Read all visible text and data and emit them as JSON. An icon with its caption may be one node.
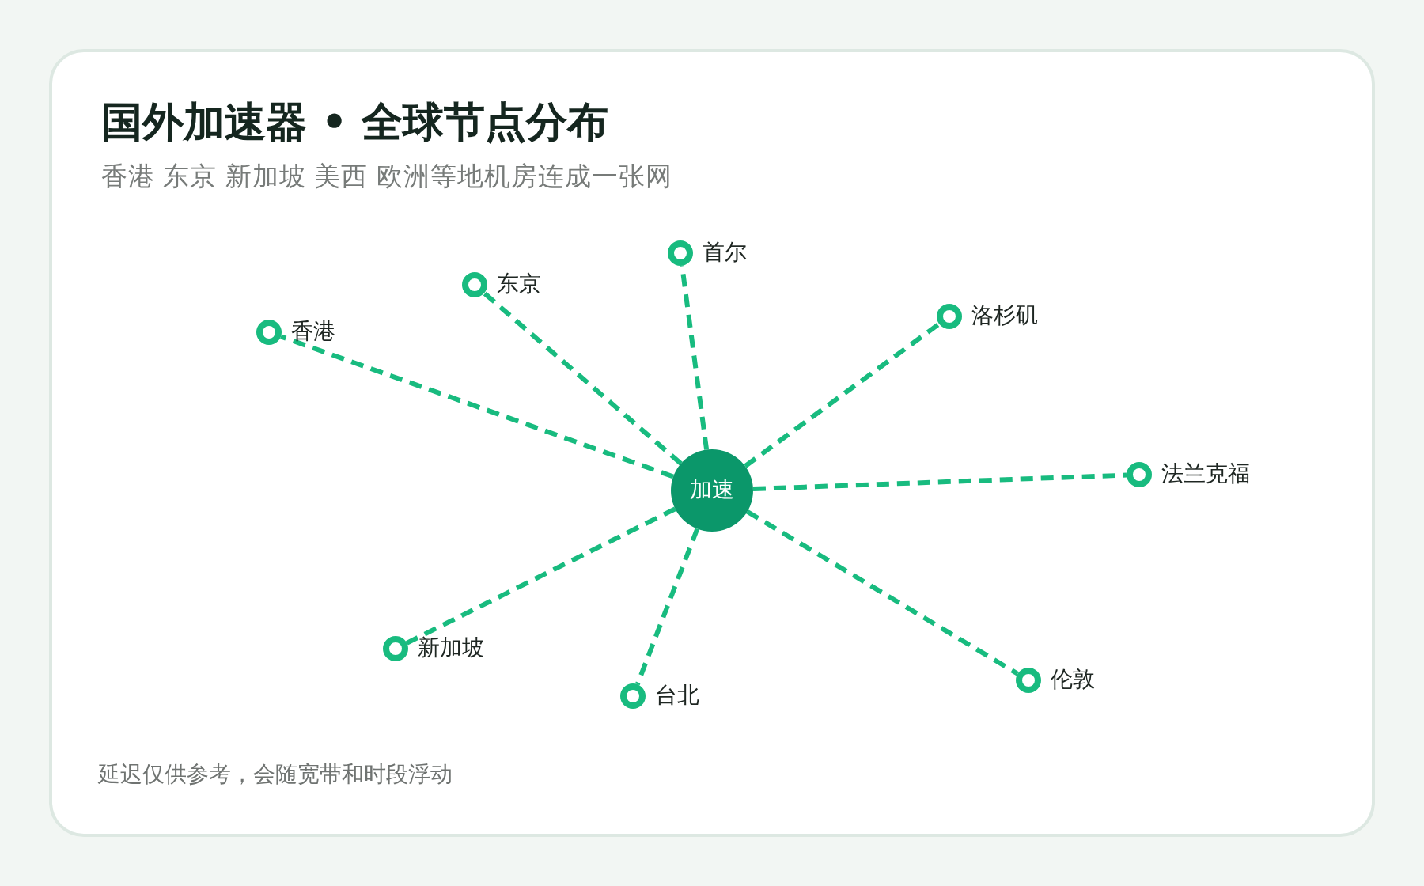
{
  "diagram": {
    "title": "国外加速器 • 全球节点分布",
    "caption": "延迟仅供参考，会随宽带和时段浮动",
    "labels": [
      "香港 东京 新加坡 美西 欧洲等地机房连成一张网"
    ],
    "nodes": [
      {
        "text": [
          "加速"
        ]
      },
      {
        "text": [],
        "shape": "circle",
        "beside": [
          "首尔"
        ]
      },
      {
        "text": [],
        "shape": "circle",
        "beside": [
          "东京"
        ]
      },
      {
        "text": [],
        "shape": "circle",
        "beside": [
          "洛杉矶"
        ]
      },
      {
        "text": [],
        "shape": "circle",
        "beside": [
          "香港"
        ]
      },
      {
        "text": [],
        "shape": "circle",
        "beside": [
          "法兰克福"
        ]
      },
      {
        "text": [],
        "shape": "circle",
        "beside": [
          "新加坡"
        ]
      },
      {
        "text": [],
        "shape": "circle",
        "beside": [
          "伦敦"
        ]
      },
      {
        "text": [],
        "shape": "circle",
        "beside": [
          "台北"
        ]
      }
    ],
    "edges": [
      {
        "from": 0,
        "to": 1,
        "arrow": "none",
        "style": "dashed"
      },
      {
        "from": 0,
        "to": 2,
        "arrow": "none",
        "style": "dashed"
      },
      {
        "from": 0,
        "to": 3,
        "arrow": "none",
        "style": "dashed"
      },
      {
        "from": 0,
        "to": 4,
        "arrow": "none",
        "style": "dashed"
      },
      {
        "from": 0,
        "to": 5,
        "arrow": "none",
        "style": "dashed"
      },
      {
        "from": 0,
        "to": 6,
        "arrow": "none",
        "style": "dashed"
      },
      {
        "from": 0,
        "to": 7,
        "arrow": "none",
        "style": "dashed"
      },
      {
        "from": 0,
        "to": 8,
        "arrow": "none",
        "style": "dashed"
      }
    ]
  }
}
